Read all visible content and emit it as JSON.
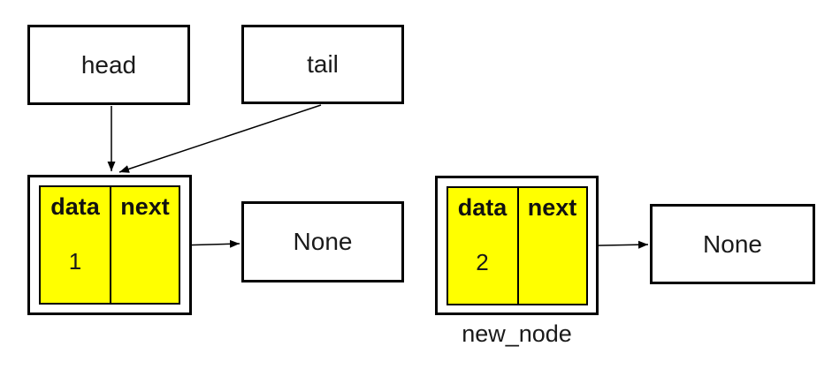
{
  "colors": {
    "cell-fill": "#ffff00",
    "line": "#000000",
    "bg": "#ffffff"
  },
  "diagram": {
    "pointers": {
      "head": {
        "label": "head"
      },
      "tail": {
        "label": "tail"
      }
    },
    "nodes": [
      {
        "data_label": "data",
        "next_label": "next",
        "value": "1",
        "caption": ""
      },
      {
        "data_label": "data",
        "next_label": "next",
        "value": "2",
        "caption": "new_node"
      }
    ],
    "terminals": [
      {
        "label": "None"
      },
      {
        "label": "None"
      }
    ]
  }
}
